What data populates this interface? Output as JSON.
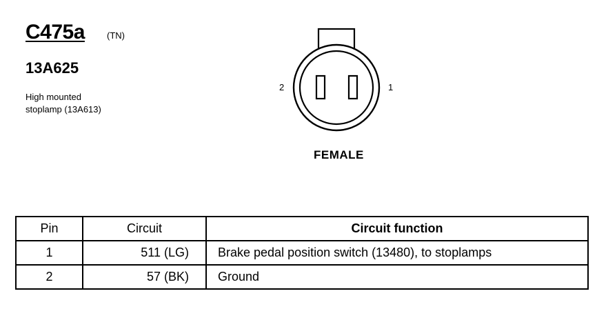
{
  "connector": {
    "id": "C475a",
    "color_code": "(TN)",
    "part_number": "13A625",
    "description_lines": [
      "High mounted",
      "stoplamp (13A613)"
    ]
  },
  "diagram": {
    "pin_left": "2",
    "pin_right": "1",
    "gender": "FEMALE"
  },
  "table": {
    "headers": {
      "pin": "Pin",
      "circuit": "Circuit",
      "function": "Circuit function"
    },
    "rows": [
      {
        "pin": "1",
        "circuit": "511 (LG)",
        "function": "Brake pedal position switch (13480), to stoplamps"
      },
      {
        "pin": "2",
        "circuit": "57 (BK)",
        "function": "Ground"
      }
    ]
  }
}
